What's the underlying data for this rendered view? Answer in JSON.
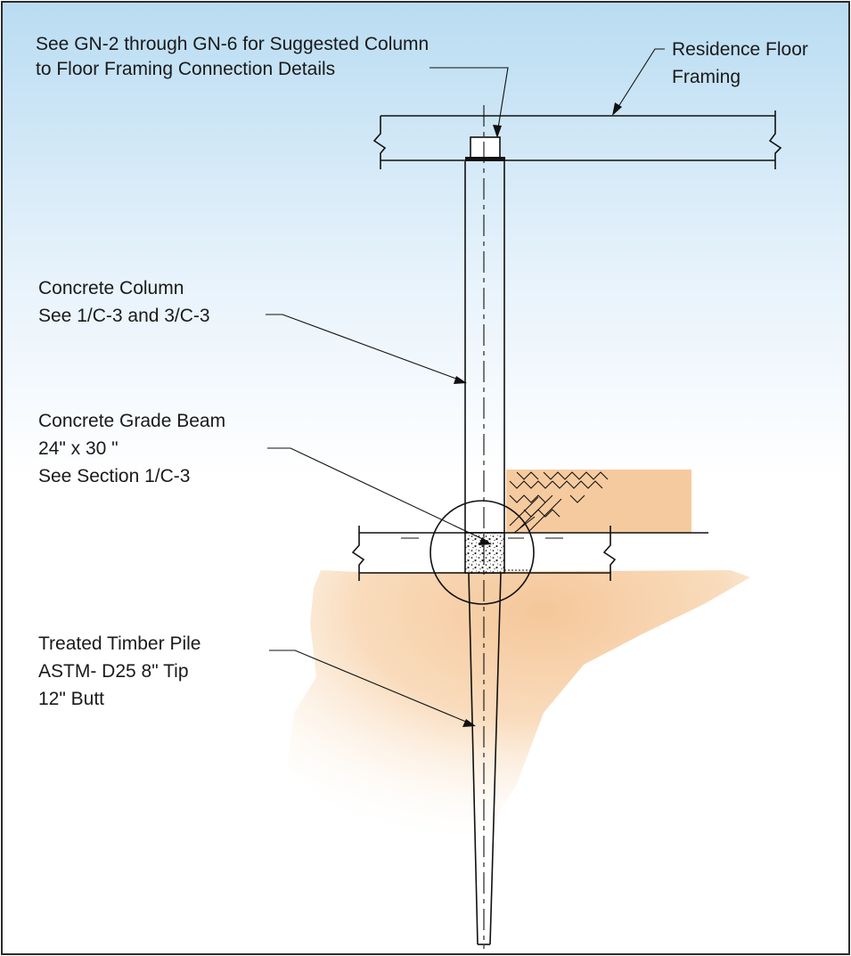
{
  "callouts": {
    "connection": {
      "line1": "See GN-2 through GN-6 for Suggested Column",
      "line2": "to Floor Framing Connection Details"
    },
    "floor_framing": {
      "line1": "Residence Floor",
      "line2": "Framing"
    },
    "column": {
      "line1": "Concrete Column",
      "line2": "See 1/C-3 and 3/C-3"
    },
    "grade_beam": {
      "line1": "Concrete Grade Beam",
      "line2": "24\" x 30 \"",
      "line3": "See Section 1/C-3"
    },
    "pile": {
      "line1": "Treated Timber Pile",
      "line2": "ASTM- D25  8\" Tip",
      "line3": "12\" Butt"
    }
  },
  "colors": {
    "sky_top": "#b9dcf2",
    "soil": "#f5c79a",
    "line": "#111111",
    "frame": "#2b2b2b"
  }
}
